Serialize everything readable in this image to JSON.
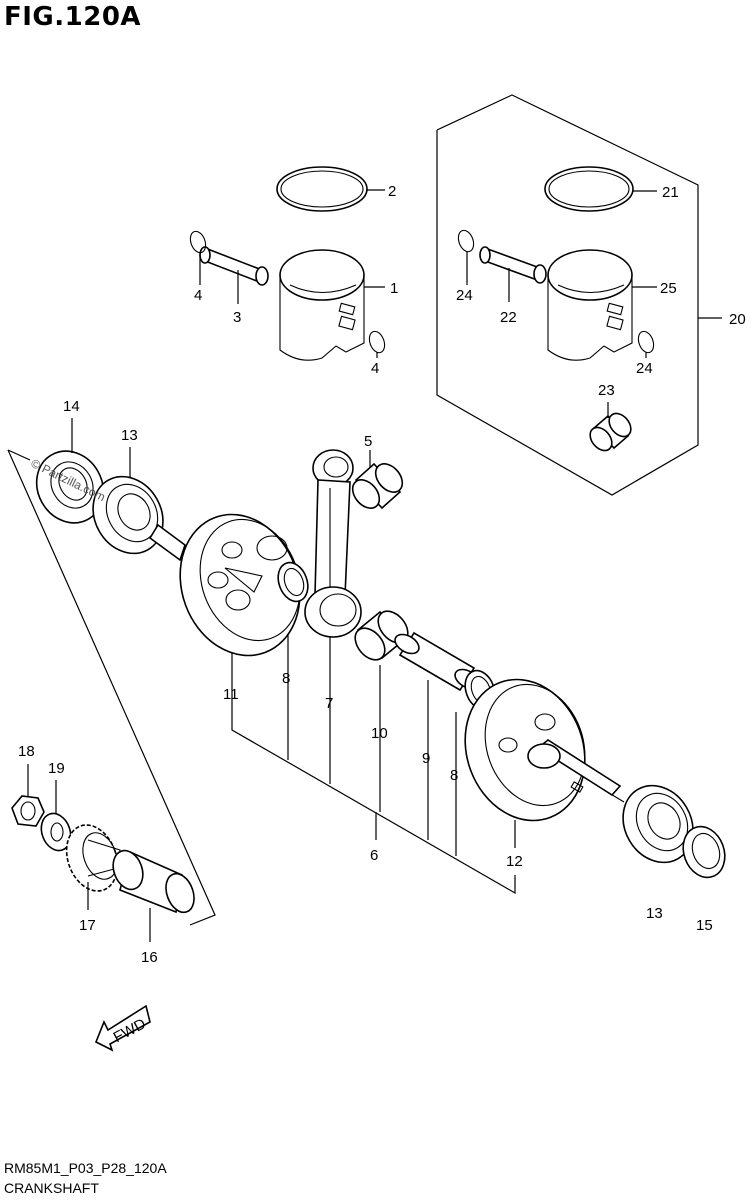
{
  "figure": {
    "title": "FIG.120A",
    "code": "RM85M1_P03_P28_120A",
    "caption": "CRANKSHAFT"
  },
  "watermark": "© Partzilla.com",
  "fwd_label": "FWD",
  "part_labels": [
    "1",
    "2",
    "3",
    "4",
    "4",
    "5",
    "6",
    "7",
    "8",
    "8",
    "9",
    "10",
    "11",
    "12",
    "13",
    "13",
    "14",
    "15",
    "16",
    "17",
    "18",
    "19",
    "20",
    "21",
    "22",
    "23",
    "24",
    "24",
    "25"
  ]
}
